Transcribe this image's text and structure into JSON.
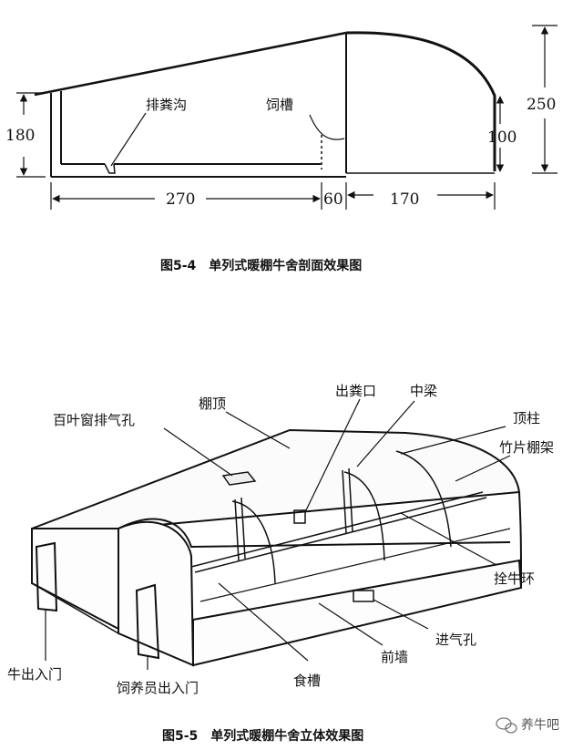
{
  "figure1": {
    "dimensions": {
      "d180": "180",
      "d250": "250",
      "d100": "100",
      "d270": "270",
      "d60": "60",
      "d170": "170"
    },
    "labels": {
      "manure_ditch": "排粪沟",
      "feed_trough": "饲槽"
    },
    "caption": "图5-4　单列式暖棚牛舍剖面效果图"
  },
  "figure2": {
    "labels": {
      "louver_vent": "百叶窗排气孔",
      "shed_roof": "棚顶",
      "manure_outlet": "出粪口",
      "middle_beam": "中梁",
      "top_pillar": "顶柱",
      "bamboo_frame": "竹片棚架",
      "tie_ring": "拴牛环",
      "air_inlet": "进气孔",
      "front_wall": "前墙",
      "feed_trough": "食槽",
      "cattle_door": "牛出入门",
      "keeper_door": "饲养员出入门"
    },
    "caption": "图5-5　单列式暖棚牛舍立体效果图"
  },
  "watermark": "养牛吧"
}
